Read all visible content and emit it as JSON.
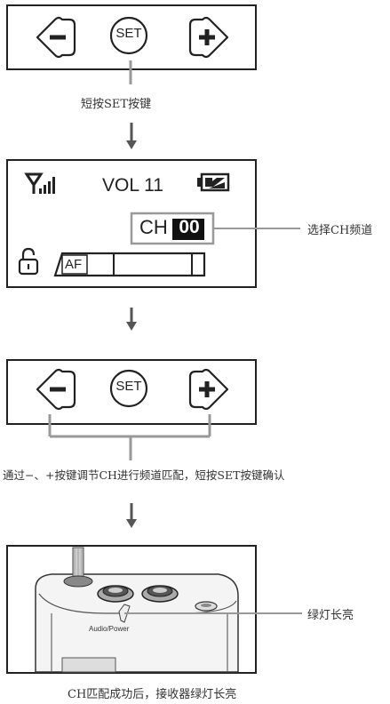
{
  "step1": {
    "caption": "短按SET按键",
    "set_label": "SET"
  },
  "display": {
    "volume": "VOL 11",
    "channel_prefix": "CH",
    "channel_value": "00",
    "af_label": "AF",
    "callout": "选择CH频道"
  },
  "step3": {
    "set_label": "SET",
    "caption": "通过−、+按键调节CH进行频道匹配，短按SET按键确认"
  },
  "step4": {
    "device_label": "Audio/Power",
    "callout": "绿灯长亮",
    "caption": "CH匹配成功后，接收器绿灯长亮"
  }
}
